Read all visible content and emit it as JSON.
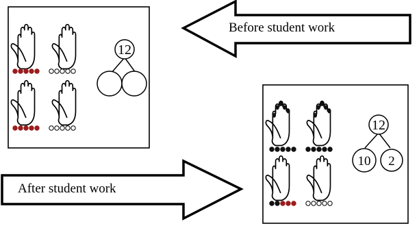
{
  "captions": {
    "before": "Before student work",
    "after": "After student work"
  },
  "before_panel": {
    "whole": "12",
    "parts": [
      "",
      ""
    ],
    "dot_rows": [
      {
        "left_filled": 5,
        "left_dark": 0,
        "right_filled": 0
      },
      {
        "left_filled": 5,
        "left_dark": 0,
        "right_filled": 0
      }
    ],
    "fingertips_marked": [
      0,
      0,
      0,
      0
    ]
  },
  "after_panel": {
    "whole": "12",
    "parts": [
      "10",
      "2"
    ],
    "dot_rows": [
      {
        "left_filled": 5,
        "left_dark": 5,
        "right_filled": 5
      },
      {
        "left_filled": 5,
        "left_dark": 2,
        "right_filled": 0
      }
    ],
    "fingertips_marked": [
      5,
      5,
      0,
      0
    ]
  },
  "colors": {
    "red_dot": "#9b1c1c",
    "black_dot": "#111111",
    "line": "#000000"
  },
  "icons": [
    "hand-outline-icon",
    "arrow-left-icon",
    "arrow-right-icon",
    "counter-dot-icon"
  ]
}
